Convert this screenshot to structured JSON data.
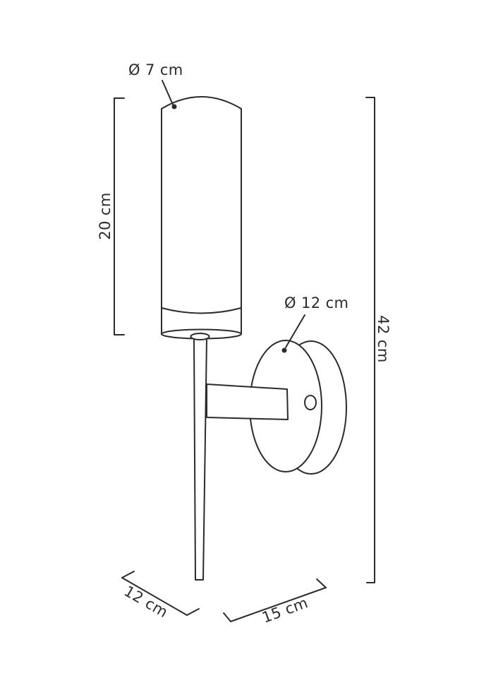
{
  "page": {
    "background_color": "#ffffff",
    "line_color": "#2b2b2b",
    "text_color": "#2b2b2b"
  },
  "diagram": {
    "kind": "product-dimension-drawing",
    "subject": "wall-sconce-lamp-side-view",
    "labels": {
      "shade_diameter": "Ø 7 cm",
      "shade_height": "20 cm",
      "plate_diameter": "Ø 12 cm",
      "total_height": "42 cm",
      "depth_left": "12 cm",
      "depth_right": "15 cm"
    }
  }
}
